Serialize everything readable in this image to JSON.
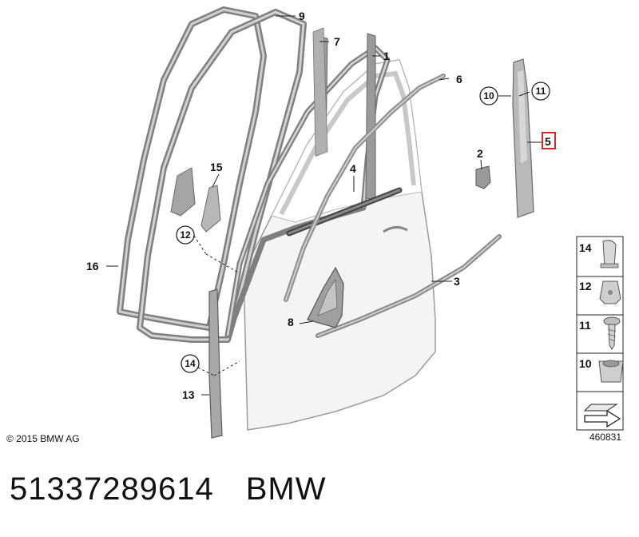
{
  "callouts": {
    "c1": "1",
    "c2": "2",
    "c3": "3",
    "c4": "4",
    "c5": "5",
    "c6": "6",
    "c7": "7",
    "c8": "8",
    "c9": "9",
    "c13": "13",
    "c15": "15",
    "c16": "16"
  },
  "circled": {
    "c10": "10",
    "c11": "11",
    "c12": "12",
    "c14": "14"
  },
  "legend": {
    "items": [
      {
        "label": "14",
        "icon": "clip-icon"
      },
      {
        "label": "12",
        "icon": "nut-clip-icon"
      },
      {
        "label": "11",
        "icon": "screw-icon"
      },
      {
        "label": "10",
        "icon": "expansion-nut-icon"
      }
    ],
    "nav_icon": "arrow-icon"
  },
  "highlight_color": "#d9252a",
  "copyright": "© 2015 BMW AG",
  "catalog_number": "460831",
  "part_number": "51337289614",
  "brand": "BMW"
}
